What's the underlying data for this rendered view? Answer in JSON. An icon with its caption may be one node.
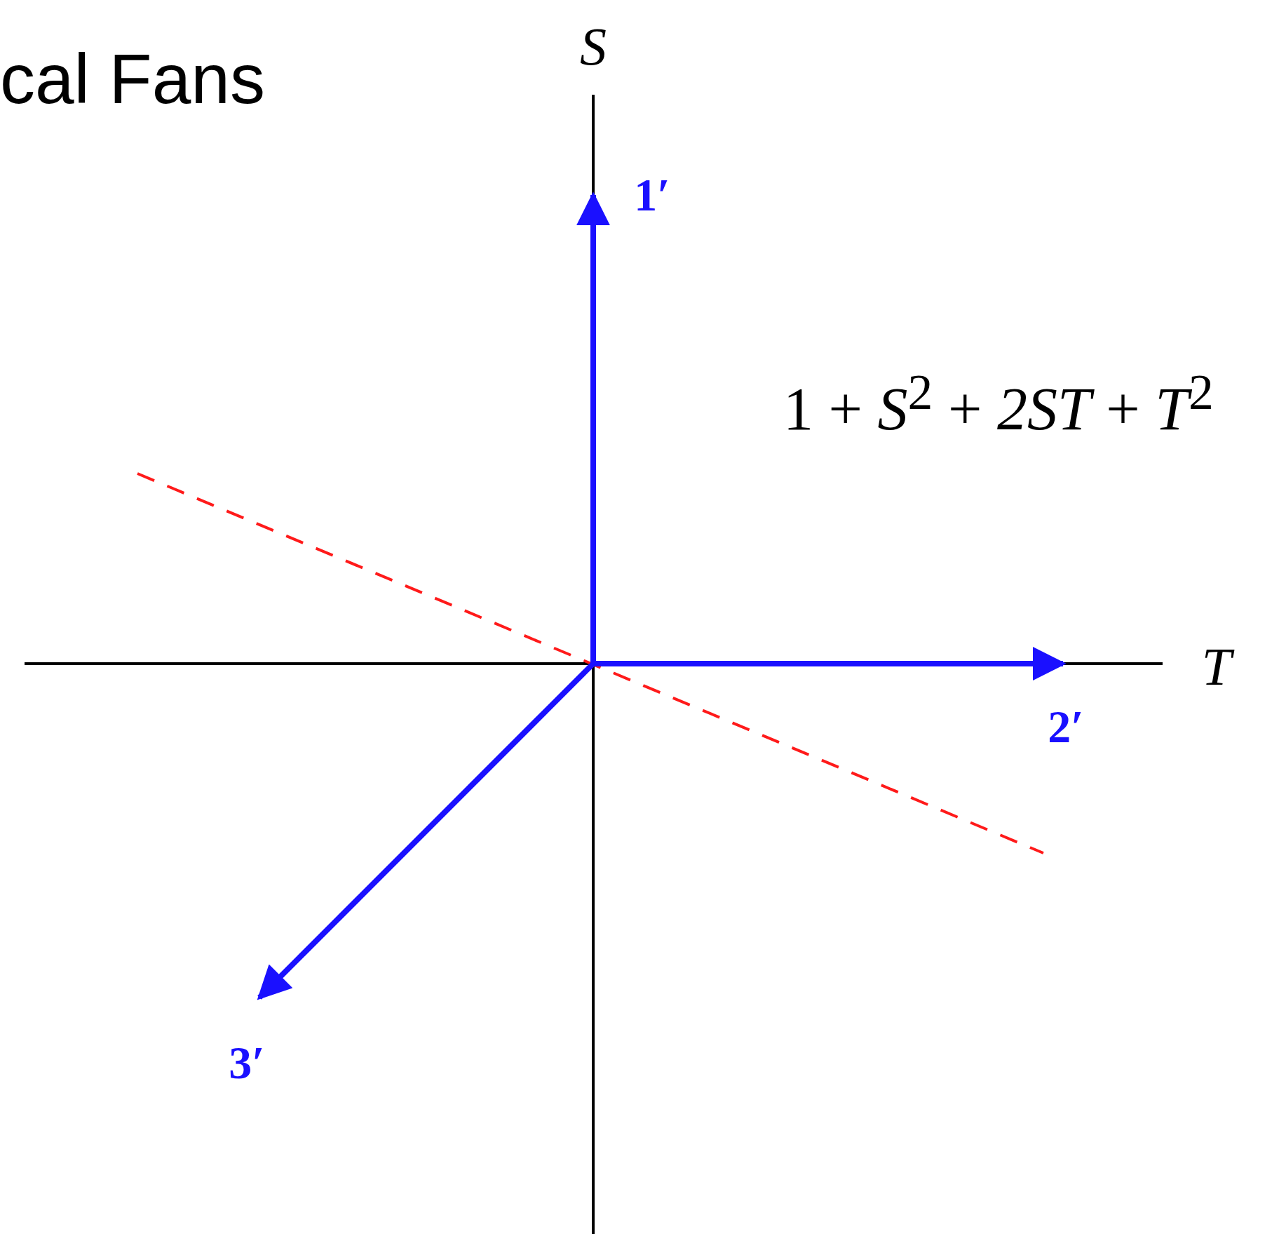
{
  "diagram": {
    "title": "cal Fans",
    "labels": [
      "S",
      "1′",
      "1 + *S*$^{2}$ + *2ST* + *T*$^{2}$",
      "T",
      "2′",
      "3′"
    ]
  }
}
